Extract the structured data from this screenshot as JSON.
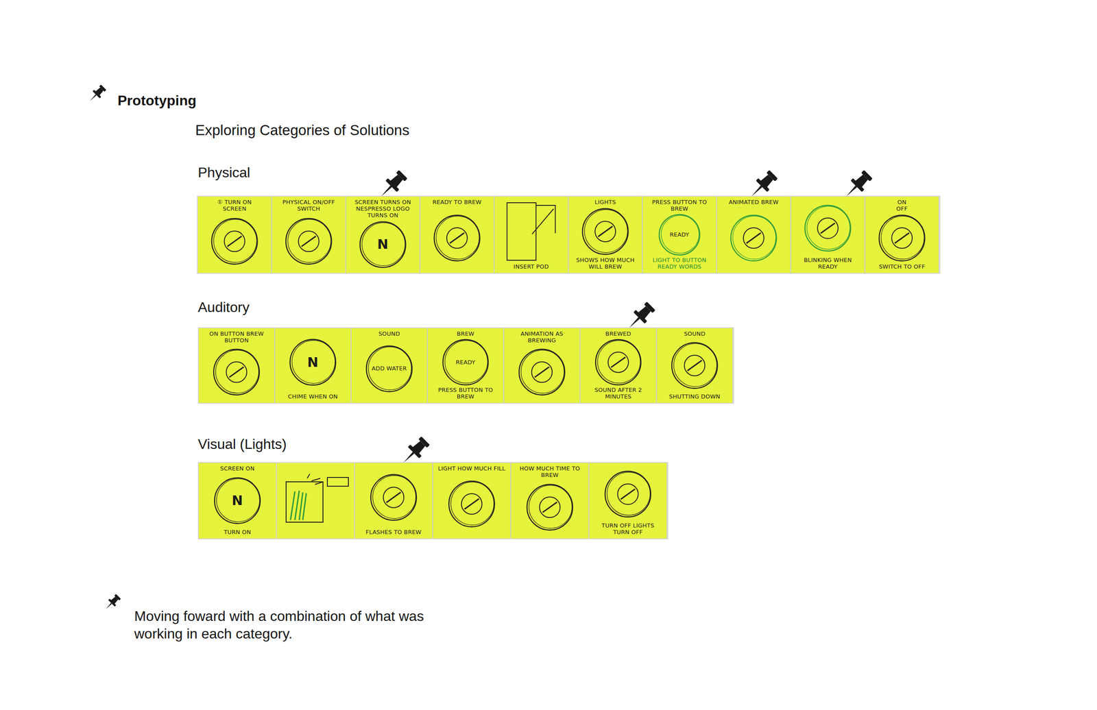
{
  "diagram": {
    "title": "Prototyping",
    "caption": "Moving foward with a combination of what was working in each category.",
    "nodes": [
      {
        "text": [
          "① TURN ON",
          "SCREEN"
        ]
      },
      {
        "text": [
          "PHYSICAL ON/OFF SWITCH"
        ]
      },
      {
        "text": [
          "SCREEN TURNS ON",
          "NESPRESSO LOGO TURNS ON",
          "N"
        ]
      },
      {
        "text": [
          "READY TO BREW"
        ]
      },
      {
        "text": [
          "INSERT POD"
        ]
      },
      {
        "text": [
          "LIGHTS",
          "SHOWS HOW MUCH WILL BREW"
        ]
      },
      {
        "text": [
          "PRESS BUTTON TO BREW",
          "READY",
          "LIGHT TO BUTTON READY WORDS"
        ]
      },
      {
        "text": [
          "ANIMATED BREW"
        ]
      },
      {
        "text": [
          "BLINKING WHEN READY"
        ]
      },
      {
        "text": [
          "ON",
          "OFF",
          "SWITCH TO OFF"
        ]
      },
      {
        "text": [
          "ON BUTTON BREW BUTTON"
        ]
      },
      {
        "text": [
          "N",
          "CHIME WHEN ON"
        ]
      },
      {
        "text": [
          "SOUND",
          "ADD WATER"
        ]
      },
      {
        "text": [
          "BREW",
          "READY",
          "PRESS BUTTON TO BREW"
        ]
      },
      {
        "text": [
          "ANIMATION AS BREWING"
        ]
      },
      {
        "text": [
          "BREWED",
          "SOUND AFTER 2 MINUTES"
        ]
      },
      {
        "text": [
          "SOUND",
          "SHUTTING DOWN"
        ]
      },
      {
        "text": [
          "SCREEN ON",
          "N",
          "TURN ON"
        ]
      },
      {
        "text": [
          "FLASHES TO BREW"
        ]
      },
      {
        "text": [
          "LIGHT HOW MUCH FILL"
        ]
      },
      {
        "text": [
          "HOW MUCH TIME TO BREW"
        ]
      },
      {
        "text": [
          "TURN OFF LIGHTS",
          "TURN OFF"
        ]
      }
    ],
    "labels": [
      "Exploring Categories of Solutions",
      "Physical",
      "Auditory",
      "Visual (Lights)"
    ]
  }
}
